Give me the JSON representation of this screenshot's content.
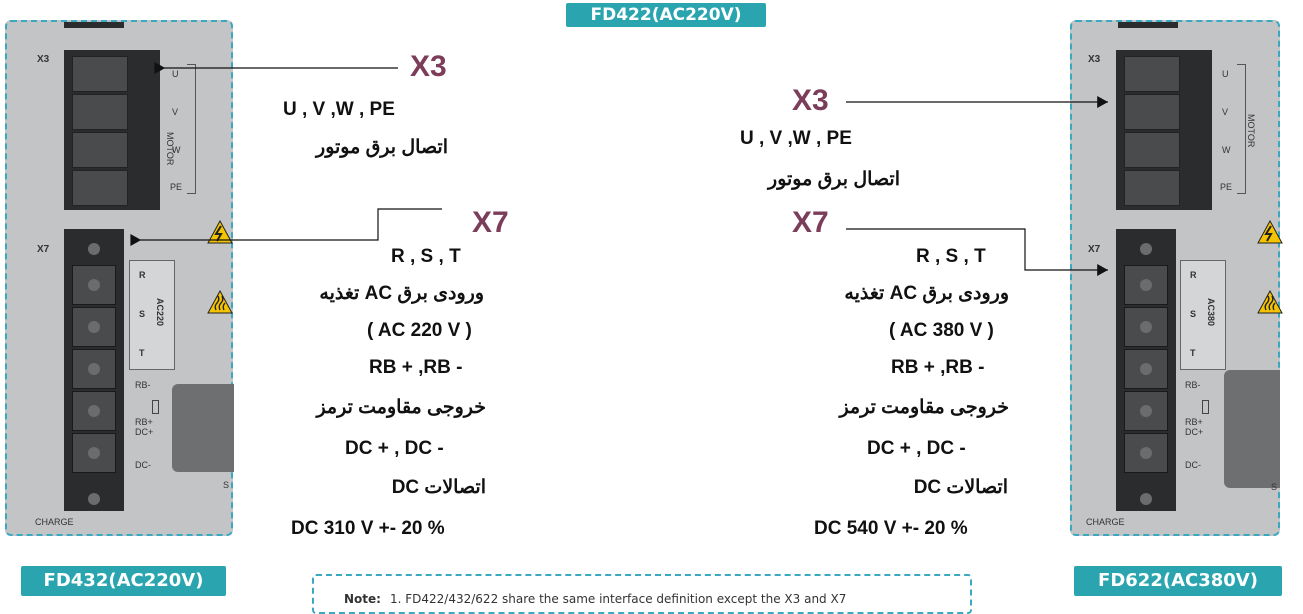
{
  "badges": {
    "top": "FD422(AC220V)",
    "left": "FD432(AC220V)",
    "right": "FD622(AC380V)"
  },
  "left_drive": {
    "x3_label": "X3",
    "x7_label": "X7",
    "pins_x3": [
      "U",
      "V",
      "W",
      "PE"
    ],
    "motor_label": "MOTOR",
    "pins_x7": [
      "R",
      "S",
      "T"
    ],
    "ac_label": "AC220",
    "rb_minus": "RB-",
    "rb_plus": "RB+",
    "dc_plus": "DC+",
    "dc_minus": "DC-",
    "charge": "CHARGE",
    "s_label": "S"
  },
  "right_drive": {
    "x3_label": "X3",
    "x7_label": "X7",
    "pins_x3": [
      "U",
      "V",
      "W",
      "PE"
    ],
    "motor_label": "MOTOR",
    "pins_x7": [
      "R",
      "S",
      "T"
    ],
    "ac_label": "AC380",
    "rb_minus": "RB-",
    "rb_plus": "RB+",
    "dc_plus": "DC+",
    "dc_minus": "DC-",
    "charge": "CHARGE",
    "s_label": "S"
  },
  "left_annotations": {
    "x3_title": "X3",
    "x3_pins": "U , V ,W , PE",
    "x3_desc": "اتصال برق موتور",
    "x7_title": "X7",
    "rst": "R , S , T",
    "ac_input": "ورودی برق AC تغذیه",
    "ac_voltage": "( AC 220 V )",
    "rb": "RB + ,RB -",
    "brake": "خروجی مقاومت ترمز",
    "dc": "DC + , DC -",
    "dc_desc": "اتصالات DC",
    "dc_voltage": "DC 310 V +- 20 %"
  },
  "right_annotations": {
    "x3_title": "X3",
    "x3_pins": "U , V ,W , PE",
    "x3_desc": "اتصال برق موتور",
    "x7_title": "X7",
    "rst": "R , S , T",
    "ac_input": "ورودی برق AC تغذیه",
    "ac_voltage": "( AC 380 V )",
    "rb": "RB + ,RB -",
    "brake": "خروجی مقاومت ترمز",
    "dc": "DC + , DC -",
    "dc_desc": "اتصالات DC",
    "dc_voltage": "DC 540 V +- 20 %"
  },
  "note": {
    "label": "Note:",
    "text": "1. FD422/432/622 share the same interface definition except the X3 and X7"
  },
  "colors": {
    "badge": "#2aa5b0",
    "panel": "#c3c4c6",
    "border": "#3aa8c0",
    "x_title": "#7b3d5a"
  }
}
